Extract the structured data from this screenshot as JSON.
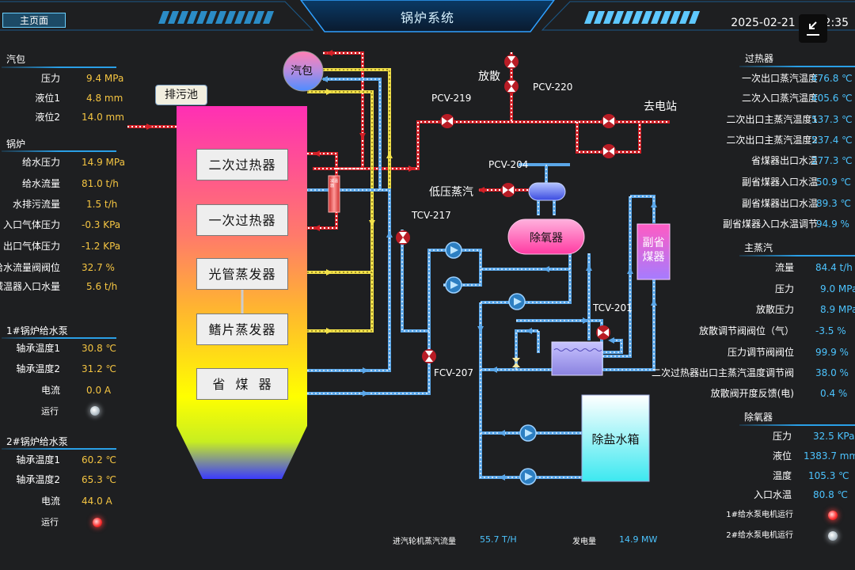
{
  "header": {
    "home_label": "主页面",
    "title": "锅炉系统",
    "datetime": "2025-02-21 18:22:35"
  },
  "left_panel": {
    "drum": {
      "title": "汽包",
      "rows": [
        {
          "label": "压力",
          "value": "9.4 MPa"
        },
        {
          "label": "液位1",
          "value": "4.8 mm"
        },
        {
          "label": "液位2",
          "value": "14.0 mm"
        }
      ]
    },
    "boiler": {
      "title": "锅炉",
      "rows": [
        {
          "label": "给水压力",
          "value": "14.9 MPa"
        },
        {
          "label": "给水流量",
          "value": "81.0 t/h"
        },
        {
          "label": "水排污流量",
          "value": "1.5 t/h"
        },
        {
          "label": "入口气体压力",
          "value": "-0.3 KPa"
        },
        {
          "label": "出口气体压力",
          "value": "-1.2 KPa"
        },
        {
          "label": "给水流量阀阀位",
          "value": "32.7 %"
        },
        {
          "label": "减温器入口水量",
          "value": "5.6 t/h"
        }
      ]
    },
    "pump1": {
      "title": "1#锅炉给水泵",
      "rows": [
        {
          "label": "轴承温度1",
          "value": "30.8 ℃"
        },
        {
          "label": "轴承温度2",
          "value": "31.2 ℃"
        },
        {
          "label": "电流",
          "value": "0.0 A"
        }
      ],
      "run_label": "运行"
    },
    "pump2": {
      "title": "2#锅炉给水泵",
      "rows": [
        {
          "label": "轴承温度1",
          "value": "60.2 ℃"
        },
        {
          "label": "轴承温度2",
          "value": "65.3 ℃"
        },
        {
          "label": "电流",
          "value": "44.0 A"
        }
      ],
      "run_label": "运行"
    }
  },
  "right_panel": {
    "superheater": {
      "title": "过热器",
      "rows": [
        {
          "label": "一次出口蒸汽温度",
          "value": "476.8 ℃"
        },
        {
          "label": "二次入口蒸汽温度",
          "value": "405.6 ℃"
        },
        {
          "label": "二次出口主蒸汽温度1",
          "value": "537.3 ℃"
        },
        {
          "label": "二次出口主蒸汽温度2",
          "value": "537.4 ℃"
        },
        {
          "label": "省煤器出口水温",
          "value": "277.3 ℃"
        },
        {
          "label": "副省煤器入口水温",
          "value": "50.9 ℃"
        },
        {
          "label": "副省煤器出口水温",
          "value": "89.3 ℃"
        },
        {
          "label": "副省煤器入口水温调节",
          "value": "94.9 %"
        }
      ]
    },
    "main_steam": {
      "title": "主蒸汽",
      "rows": [
        {
          "label": "流量",
          "value": "84.4 t/h"
        },
        {
          "label": "压力",
          "value": "9.0 MPa"
        },
        {
          "label": "放散压力",
          "value": "8.9 MPa"
        },
        {
          "label": "放散调节阀阀位（气）",
          "value": "-3.5 %"
        },
        {
          "label": "压力调节阀阀位",
          "value": "99.9 %"
        },
        {
          "label": "二次过热器出口主蒸汽温度调节阀",
          "value": "38.0 %"
        },
        {
          "label": "放散阀开度反馈(电)",
          "value": "0.4 %"
        }
      ]
    },
    "deaerator": {
      "title": "除氧器",
      "rows": [
        {
          "label": "压力",
          "value": "32.5 KPa"
        },
        {
          "label": "液位",
          "value": "1383.7 mm"
        },
        {
          "label": "温度",
          "value": "105.3 ℃"
        },
        {
          "label": "入口水温",
          "value": "80.8 ℃"
        }
      ],
      "pump1_run": "1#给水泵电机运行",
      "pump2_run": "2#给水泵电机运行"
    }
  },
  "diagram": {
    "furnace_sections": [
      "二次过热器",
      "一次过热器",
      "光管蒸发器",
      "鳍片蒸发器",
      "省  煤  器"
    ],
    "drum_label": "汽包",
    "blowdown_label": "排污池",
    "vent_label": "放散",
    "to_plant_label": "去电站",
    "low_pressure_steam_label": "低压蒸汽",
    "deaerator_label": "除氧器",
    "sub_economizer_label": "副省\n煤器",
    "desalted_tank_label": "除盐水箱",
    "desuperheater_label": "减温器",
    "valves": {
      "pcv219": "PCV-219",
      "pcv220": "PCV-220",
      "pcv204": "PCV-204",
      "tcv217": "TCV-217",
      "tcv201": "TCV-201",
      "fcv207": "FCV-207"
    }
  },
  "bottom": {
    "turbine_steam_label": "进汽轮机蒸汽流量",
    "turbine_steam_value": "55.7 T/H",
    "power_label": "发电量",
    "power_value": "14.9 MW"
  },
  "colors": {
    "value_yellow": "#f5c542",
    "value_blue": "#4cc4ff",
    "steam_red": "#d42027",
    "water_blue": "#5aa6e8",
    "yellow_pipe": "#f2e14a",
    "accent_line": "#2a9fe6"
  },
  "icons": {
    "fullscreen": "fullscreen-exit-icon",
    "valve": "valve-icon",
    "pump": "pump-icon",
    "lamp": "indicator-lamp-icon"
  }
}
